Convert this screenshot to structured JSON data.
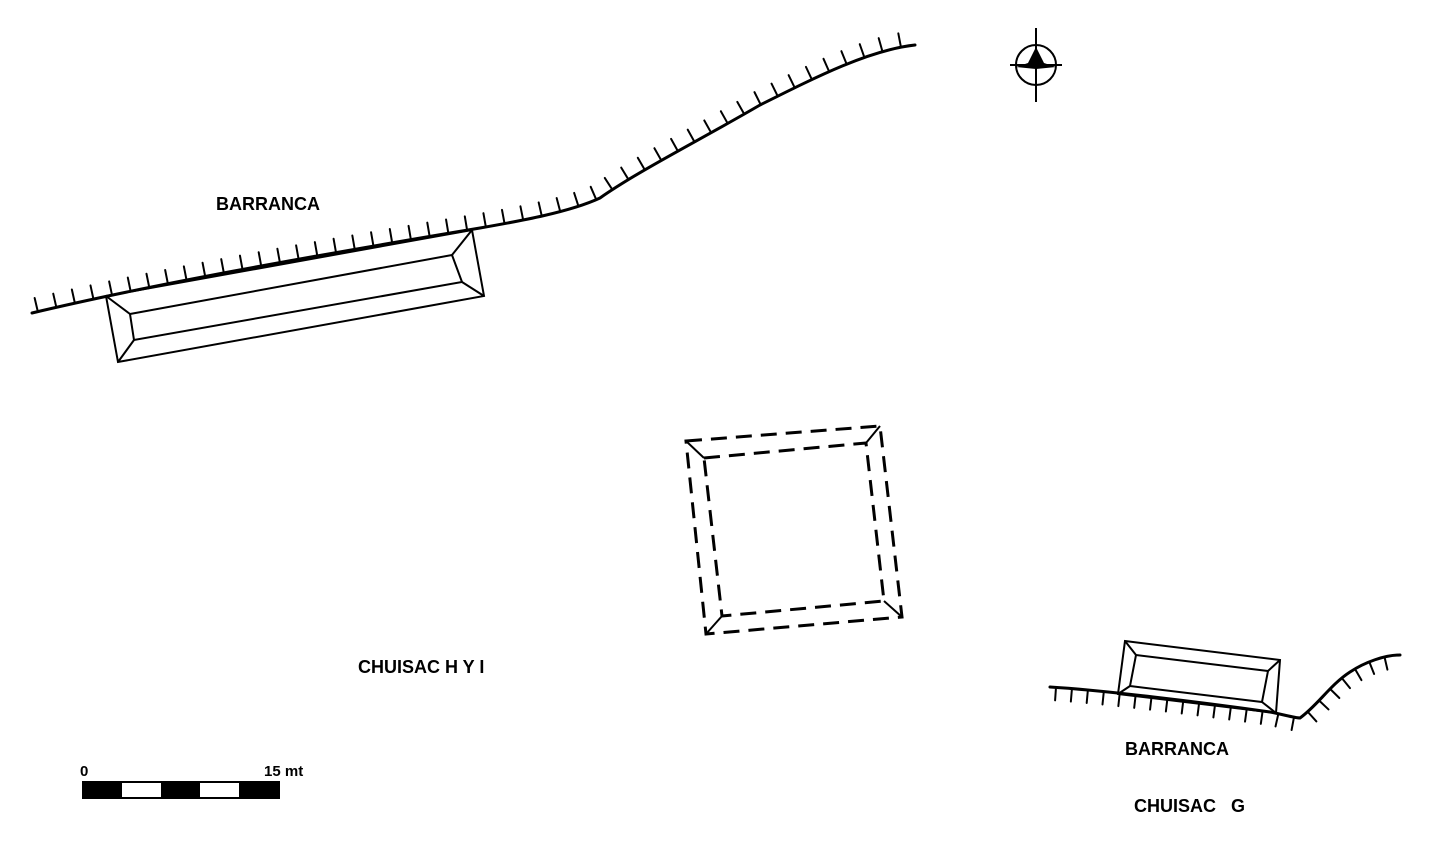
{
  "labels": {
    "barranca_north": "BARRANCA",
    "barranca_south": "BARRANCA",
    "group_hi": "CHUISAC H Y I",
    "group_g": "CHUISAC   G"
  },
  "scale_bar": {
    "start_label": "0",
    "end_label": "15 mt"
  },
  "icons": {
    "north_arrow": "compass-rose-icon"
  },
  "colors": {
    "ink": "#000000",
    "paper": "#ffffff"
  }
}
